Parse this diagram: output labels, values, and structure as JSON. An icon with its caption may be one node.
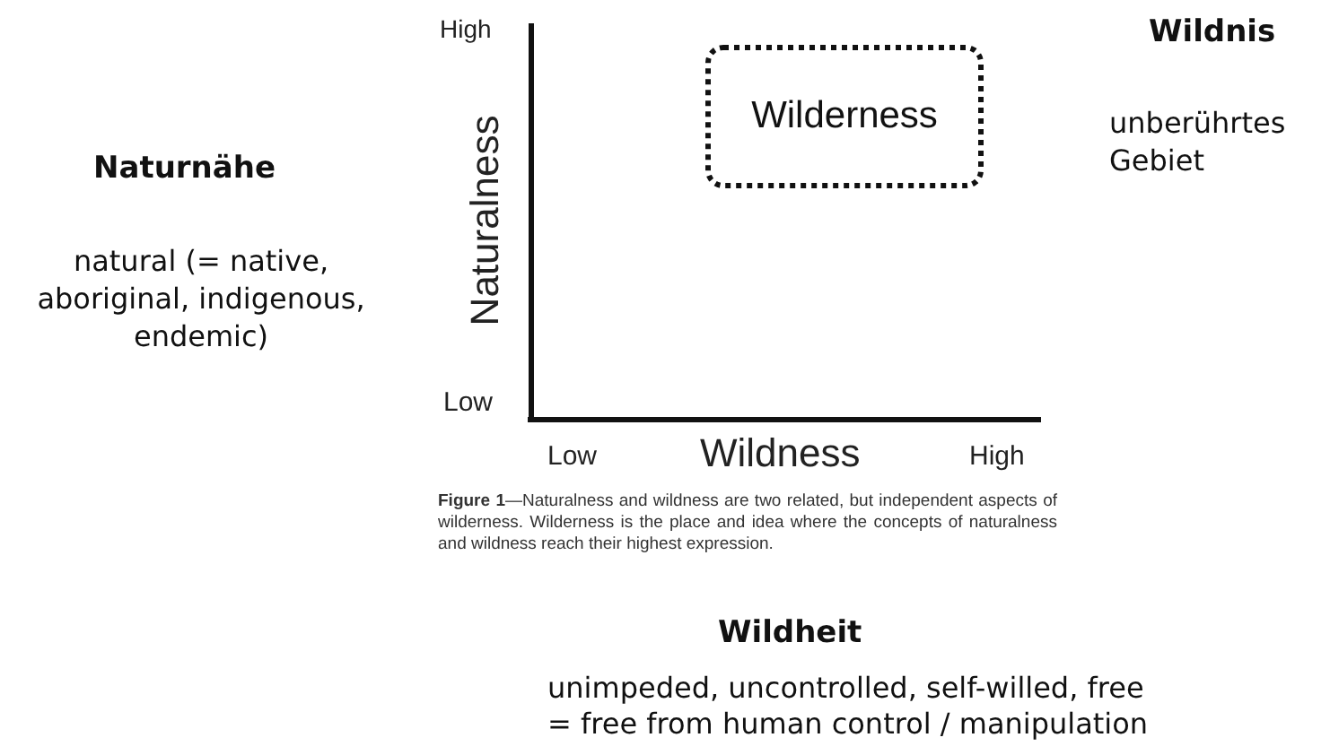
{
  "diagram": {
    "caption": "**Figure 1**—Naturalness and wildness are two related, but independent aspects of wilderness. Wilderness is the place and idea where the concepts of naturalness and wildness reach their highest expression.",
    "nodes": [
      {
        "text": [
          "Wilderness"
        ]
      }
    ],
    "labels": [
      "High",
      "Naturalness",
      "Low",
      "Wildnis",
      "unberührtes Gebiet",
      "Naturnähe",
      "natural (= native, aboriginal, indigenous, endemic)",
      "Low",
      "Wildness",
      "High",
      "Wildheit",
      "unimpeded, uncontrolled, self-willed, free",
      "= free from human control / manipulation"
    ]
  }
}
